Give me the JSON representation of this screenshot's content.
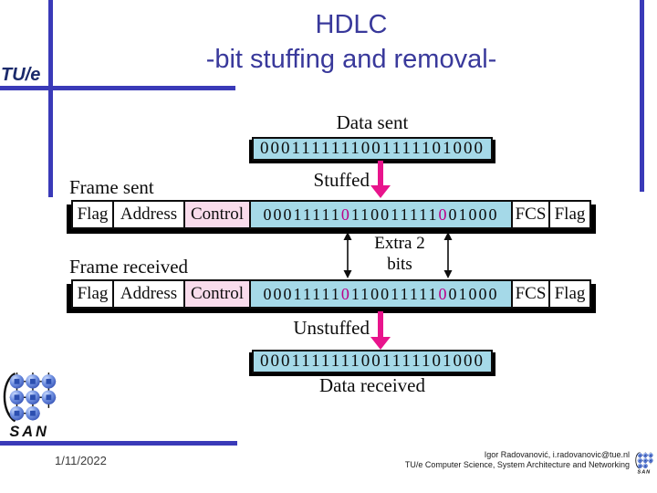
{
  "header": {
    "tue_logo_text": "TU/e",
    "title_line1": "HDLC",
    "title_line2": "-bit stuffing and removal-"
  },
  "diagram": {
    "data_sent_label": "Data sent",
    "data_sent_bits": "0001111111001111101000",
    "stuffed_label": "Stuffed",
    "frame_sent_label": "Frame sent",
    "extra_bits_line1": "Extra 2",
    "extra_bits_line2": "bits",
    "frame_received_label": "Frame received",
    "unstuffed_label": "Unstuffed",
    "data_received_bits": "0001111111001111101000",
    "data_received_label": "Data received",
    "frame_fields": [
      {
        "label": "Flag",
        "type": "flag"
      },
      {
        "label": "Address",
        "type": "address"
      },
      {
        "label": "Control",
        "type": "control"
      },
      {
        "label": "",
        "type": "bits"
      },
      {
        "label": "FCS",
        "type": "fcs"
      },
      {
        "label": "Flag",
        "type": "flag"
      }
    ],
    "frame_bits_segments": [
      {
        "text": "00011111",
        "stuffed": false
      },
      {
        "text": "0",
        "stuffed": true
      },
      {
        "text": "110011111",
        "stuffed": false
      },
      {
        "text": "0",
        "stuffed": true
      },
      {
        "text": "01000",
        "stuffed": false
      }
    ]
  },
  "footer": {
    "san_logo_text": "SAN",
    "date": "1/11/2022",
    "credit_line1": "Igor Radovanović, i.radovanovic@tue.nl",
    "credit_line2": "TU/e Computer Science, System Architecture and Networking"
  },
  "icons": {
    "stuffed_arrow": "magenta-down-arrow",
    "unstuffed_arrow": "magenta-down-arrow",
    "extra_bit_arrows": "black-double-vertical-arrow",
    "san_logo": "grid-of-connected-spheres"
  },
  "colors": {
    "rule_blue": "#3a3ab8",
    "title_blue": "#39399b",
    "tue_navy": "#1b2a6b",
    "cell_light_blue": "#a5d9e8",
    "cell_pink": "#f9dcec",
    "arrow_magenta": "#e8148c",
    "stuffed_bit_magenta": "#bb0088",
    "san_ball_blue": "#4a6fd4"
  }
}
